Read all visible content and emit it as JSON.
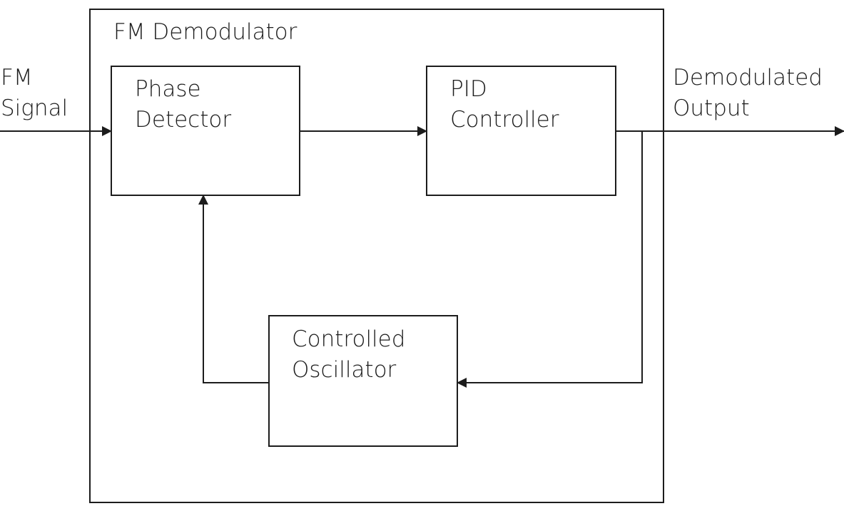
{
  "diagram": {
    "container_title": "FM Demodulator",
    "input_label": {
      "line1": "FM",
      "line2": "Signal"
    },
    "output_label": {
      "line1": "Demodulated",
      "line2": "Output"
    },
    "blocks": {
      "phase_detector": {
        "line1": "Phase",
        "line2": "Detector"
      },
      "pid_controller": {
        "line1": "PID",
        "line2": "Controller"
      },
      "controlled_oscillator": {
        "line1": "Controlled",
        "line2": "Oscillator"
      }
    },
    "colors": {
      "stroke": "#1c1c1c",
      "background": "#ffffff"
    }
  }
}
